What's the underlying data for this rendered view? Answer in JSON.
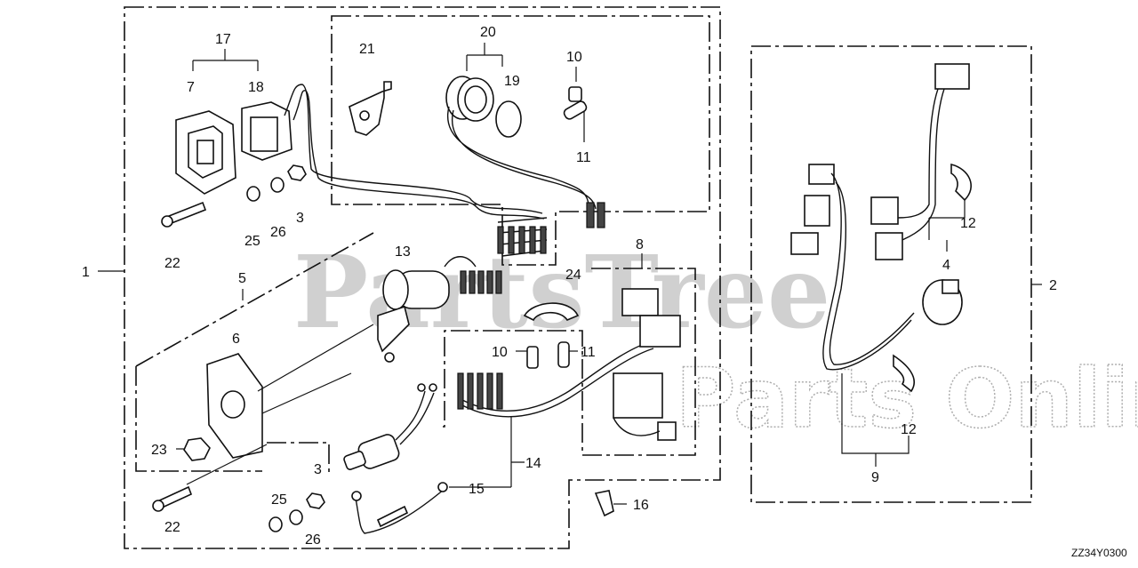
{
  "diagram": {
    "code": "ZZ34Y0300",
    "watermark": "PartsTree",
    "watermark2": "Parts Online",
    "callouts": {
      "c1": "1",
      "c2": "2",
      "c3a": "3",
      "c3b": "3",
      "c4": "4",
      "c5": "5",
      "c6": "6",
      "c7": "7",
      "c8": "8",
      "c9": "9",
      "c10a": "10",
      "c10b": "10",
      "c11a": "11",
      "c11b": "11",
      "c12a": "12",
      "c12b": "12",
      "c13": "13",
      "c14": "14",
      "c15": "15",
      "c16": "16",
      "c17": "17",
      "c18": "18",
      "c19": "19",
      "c20": "20",
      "c21": "21",
      "c22a": "22",
      "c22b": "22",
      "c23": "23",
      "c24": "24",
      "c25a": "25",
      "c25b": "25",
      "c26a": "26",
      "c26b": "26"
    }
  }
}
